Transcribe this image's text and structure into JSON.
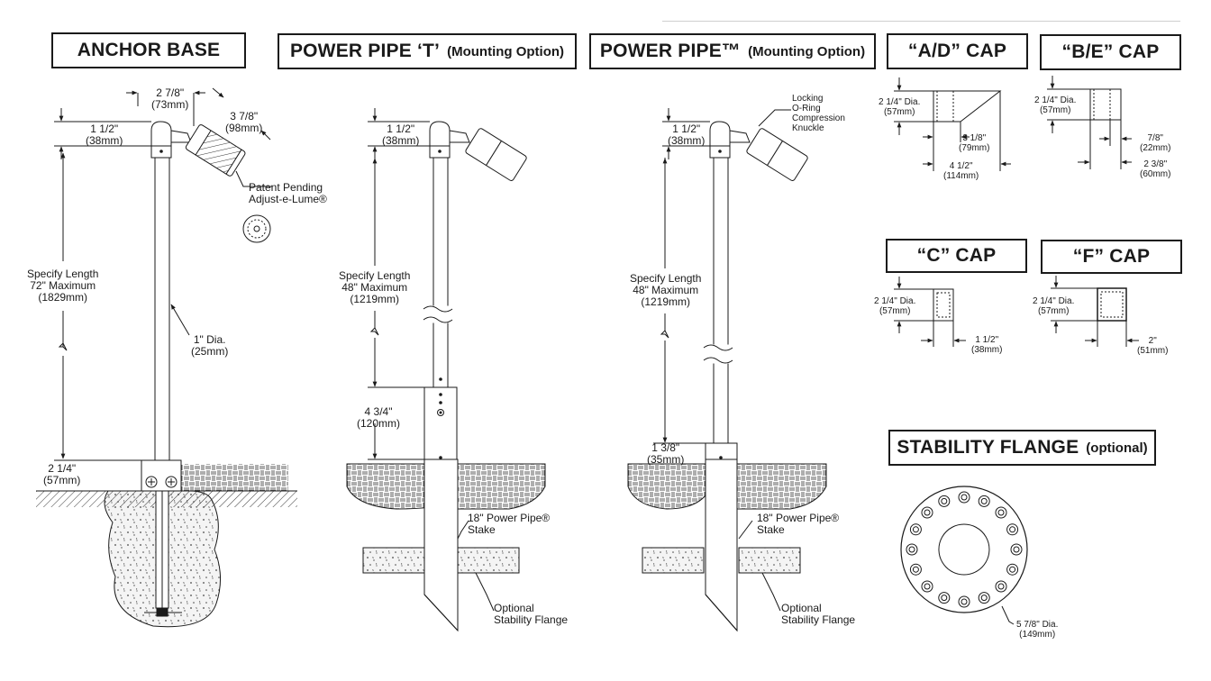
{
  "titles": {
    "anchor_base": "ANCHOR BASE",
    "power_pipe_t": "POWER PIPE ‘T’",
    "power_pipe_t_sub": "(Mounting Option)",
    "power_pipe": "POWER PIPE™",
    "power_pipe_sub": "(Mounting Option)",
    "ad_cap": "“A/D” CAP",
    "be_cap": "“B/E” CAP",
    "c_cap": "“C” CAP",
    "f_cap": "“F” CAP",
    "stability_flange": "STABILITY FLANGE",
    "stability_flange_sub": "(optional)"
  },
  "anchor": {
    "dim_top": [
      "2 7/8\"",
      "(73mm)"
    ],
    "dim_fixture": [
      "3 7/8\"",
      "(98mm)"
    ],
    "dim_head": [
      "1 1/2\"",
      "(38mm)"
    ],
    "specify": [
      "Specify Length",
      "72\" Maximum",
      "(1829mm)"
    ],
    "dia": [
      "1\" Dia.",
      "(25mm)"
    ],
    "base_h": [
      "2 1/4\"",
      "(57mm)"
    ],
    "patent": [
      "Patent Pending",
      "Adjust-e-Lume®"
    ]
  },
  "pipe_t": {
    "dim_head": [
      "1 1/2\"",
      "(38mm)"
    ],
    "specify": [
      "Specify Length",
      "48\" Maximum",
      "(1219mm)"
    ],
    "coupler": [
      "4 3/4\"",
      "(120mm)"
    ],
    "stake": [
      "18\" Power Pipe®",
      "Stake"
    ],
    "flange": [
      "Optional",
      "Stability Flange"
    ]
  },
  "pipe": {
    "knuckle": [
      "Locking",
      "O-Ring",
      "Compression",
      "Knuckle"
    ],
    "dim_head": [
      "1 1/2\"",
      "(38mm)"
    ],
    "specify": [
      "Specify Length",
      "48\" Maximum",
      "(1219mm)"
    ],
    "coupler": [
      "1 3/8\"",
      "(35mm)"
    ],
    "stake": [
      "18\" Power Pipe®",
      "Stake"
    ],
    "flange": [
      "Optional",
      "Stability Flange"
    ]
  },
  "ad_cap": {
    "dia": [
      "2 1/4\" Dia.",
      "(57mm)"
    ],
    "w1": [
      "3 1/8\"",
      "(79mm)"
    ],
    "w2": [
      "4 1/2\"",
      "(114mm)"
    ]
  },
  "be_cap": {
    "dia": [
      "2 1/4\" Dia.",
      "(57mm)"
    ],
    "w1": [
      "7/8\"",
      "(22mm)"
    ],
    "w2": [
      "2 3/8\"",
      "(60mm)"
    ]
  },
  "c_cap": {
    "dia": [
      "2 1/4\" Dia.",
      "(57mm)"
    ],
    "w": [
      "1 1/2\"",
      "(38mm)"
    ]
  },
  "f_cap": {
    "dia": [
      "2 1/4\" Dia.",
      "(57mm)"
    ],
    "w": [
      "2\"",
      "(51mm)"
    ]
  },
  "flange": {
    "dia": [
      "5 7/8\" Dia.",
      "(149mm)"
    ]
  }
}
